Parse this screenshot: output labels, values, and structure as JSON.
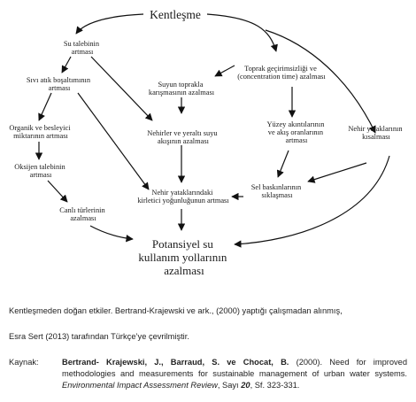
{
  "diagram": {
    "nodes": {
      "kentlesme": [
        "Kentleşme"
      ],
      "su_talebi": [
        "Su talebinin",
        "artması"
      ],
      "sivi_atik": [
        "Sıvı atık boşaltımının",
        "artması"
      ],
      "organik": [
        "Organik ve besleyici",
        "miktarının artması"
      ],
      "oksijen": [
        "Oksijen talebinin",
        "artması"
      ],
      "canli": [
        "Canlı türlerinin",
        "azalması"
      ],
      "suyun_toprakla": [
        "Suyun toprakla",
        "karışmasının azalması"
      ],
      "toprak_gecirim": [
        "Toprak geçirimsizliği ve",
        "(concentration time) azalması"
      ],
      "nehirler_yeralti": [
        "Nehirler ve yeraltı suyu",
        "akışının azalması"
      ],
      "yuzey_akinti": [
        "Yüzey akıntılarının",
        "ve akış oranlarının",
        "artması"
      ],
      "nehir_yataklarinin_kisalmasi": [
        "Nehir yataklarının",
        "kısalması"
      ],
      "nehir_kirletici": [
        "Nehir yataklarındaki",
        "kirletici yoğunluğunun artması"
      ],
      "sel": [
        "Sel baskınlarının",
        "sıklaşması"
      ],
      "potansiyel": [
        "Potansiyel su",
        "kullanım yollarının",
        "azalması"
      ]
    }
  },
  "caption": {
    "line1": "Kentleşmeden doğan etkiler. Bertrand-Krajewski ve ark., (2000) yaptığı çalışmadan alınmış,",
    "line2": "Esra Sert (2013)  tarafından Türkçe’ye çevrilmiştir.",
    "source_label": "Kaynak:",
    "source_authors": "Bertrand- Krajewski, J., Barraud, S. ve Chocat, B.",
    "source_year_title": " (2000). Need for improved methodologies and measurements for sustainable management of urban water systems. ",
    "source_journal": "Environmental Impact Assessment Review",
    "source_vol_pre": ", Sayı ",
    "source_vol": "20",
    "source_pages": ", Sf. 323-331."
  }
}
